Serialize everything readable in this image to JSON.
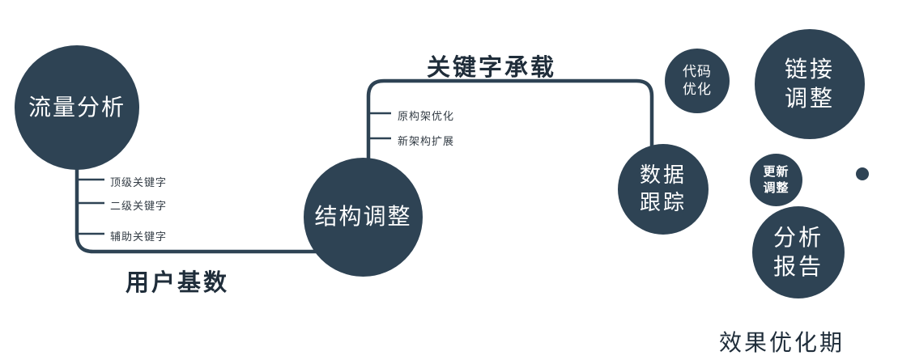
{
  "colors": {
    "primary": "#2e4354",
    "label_text": "#1f2d3a",
    "tick_text": "#333c45",
    "node_text": "#ffffff"
  },
  "nodes": {
    "traffic": {
      "label": "流量分析"
    },
    "structure": {
      "label": "结构调整"
    },
    "tracking": {
      "line1": "数据",
      "line2": "跟踪"
    },
    "code": {
      "line1": "代码",
      "line2": "优化"
    },
    "link": {
      "line1": "链接",
      "line2": "调整"
    },
    "update": {
      "line1": "更新",
      "line2": "调整"
    },
    "report": {
      "line1": "分析",
      "line2": "报告"
    }
  },
  "edge_labels": {
    "keyword_carrying": "关键字承载",
    "user_base": "用户基数",
    "effect_period": "效果优化期"
  },
  "tick_labels": {
    "left": [
      "顶级关键字",
      "二级关键字",
      "辅助关键字"
    ],
    "top": [
      "原构架优化",
      "新架构扩展"
    ]
  }
}
